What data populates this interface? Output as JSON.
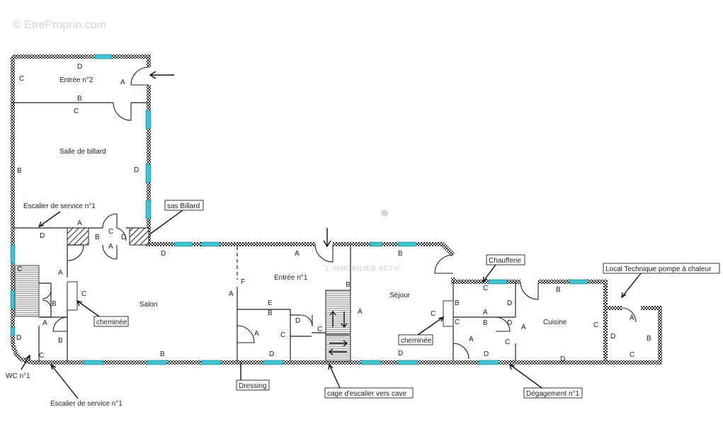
{
  "watermark": "© EtreProprio.com",
  "agency_watermark": "L'IMMOBILIER ACTIF",
  "rooms": {
    "entree2": "Entrée  n°2",
    "billard": "Salle de billard",
    "salon": "Salon",
    "entree1": "Entrée  n°1",
    "sejour": "Séjour",
    "cuisine": "Cuisine"
  },
  "callouts": {
    "escalier1_top": "Escalier de service n°1",
    "sas_billard": "sas Billard",
    "cheminee_salon": "cheminée",
    "wc1": "WC n°1",
    "escalier1_bottom": "Escalier de service n°1",
    "dressing": "Dressing",
    "cage_escalier": "cage d'escalier vers cave",
    "cheminee_sejour": "cheminée",
    "chaufferie": "Chaufferie",
    "degagement": "Dégagement n°1",
    "local_technique": "Local Technique pompe à chaleur"
  },
  "wall_letters": {
    "a": "A",
    "b": "B",
    "c": "C",
    "d": "D",
    "e": "E",
    "f": "F"
  }
}
